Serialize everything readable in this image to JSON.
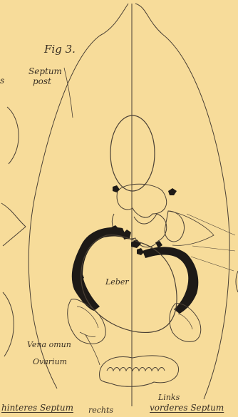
{
  "figure": {
    "title": "Fig 3.",
    "labels": {
      "septum_post_1": "Septum",
      "septum_post_2": "post",
      "edge_fragment": "s",
      "leber": "Leber",
      "vena_omphalomesenterica": "Vena omun",
      "ovarium": "Ovarium",
      "links": "Links",
      "hinteres_septum": "hinteres Septum",
      "rechts": "rechts",
      "vorderes_septum": "vorderes Septum"
    },
    "colors": {
      "background": "#f7dc9a",
      "line": "#4a4035",
      "septum_fill": "#1e1a17"
    }
  }
}
